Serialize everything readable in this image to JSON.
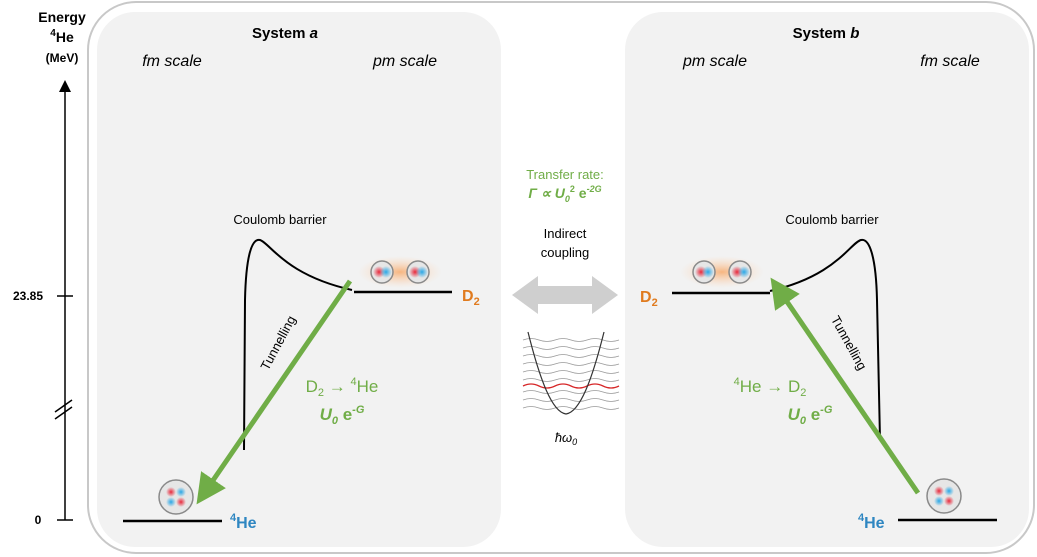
{
  "axis": {
    "label_line1": "Energy",
    "label_sup": "4",
    "label_line2": "He",
    "label_unit": "(MeV)",
    "tick_top": "23.85",
    "tick_bottom": "0"
  },
  "system_a": {
    "title_prefix": "System ",
    "title_letter": "a",
    "scale_left": "fm scale",
    "scale_right": "pm scale",
    "barrier_label": "Coulomb barrier",
    "tunnelling_label": "Tunnelling",
    "transition_from": "D",
    "transition_from_sub": "2",
    "transition_arrow": " → ",
    "transition_to_sup": "4",
    "transition_to": "He",
    "rate_base": "U",
    "rate_sub": "0",
    "rate_exp_base": " e",
    "rate_exp": "-G",
    "level_high_label": "D",
    "level_high_sub": "2",
    "level_low_sup": "4",
    "level_low_label": "He"
  },
  "system_b": {
    "title_prefix": "System ",
    "title_letter": "b",
    "scale_left": "pm scale",
    "scale_right": "fm scale",
    "barrier_label": "Coulomb barrier",
    "tunnelling_label": "Tunnelling",
    "transition_from_sup": "4",
    "transition_from": "He",
    "transition_arrow": " → ",
    "transition_to": "D",
    "transition_to_sub": "2",
    "rate_base": "U",
    "rate_sub": "0",
    "rate_exp_base": " e",
    "rate_exp": "-G",
    "level_high_label": "D",
    "level_high_sub": "2",
    "level_low_sup": "4",
    "level_low_label": "He"
  },
  "middle": {
    "rate_title": "Transfer rate:",
    "rate_symbol": "Γ ∝ ",
    "rate_U": "U",
    "rate_U_sub": "0",
    "rate_U_sup": "2",
    "rate_e": " e",
    "rate_e_sup": "-2G",
    "coupling_line1": "Indirect",
    "coupling_line2": "coupling",
    "oscillator_label": "ħω",
    "oscillator_sub": "0"
  },
  "colors": {
    "green": "#70ad47",
    "orange": "#e07b1f",
    "blue": "#2e86c1",
    "panel": "#f2f2f2",
    "panel_border": "#c8c8c8"
  }
}
